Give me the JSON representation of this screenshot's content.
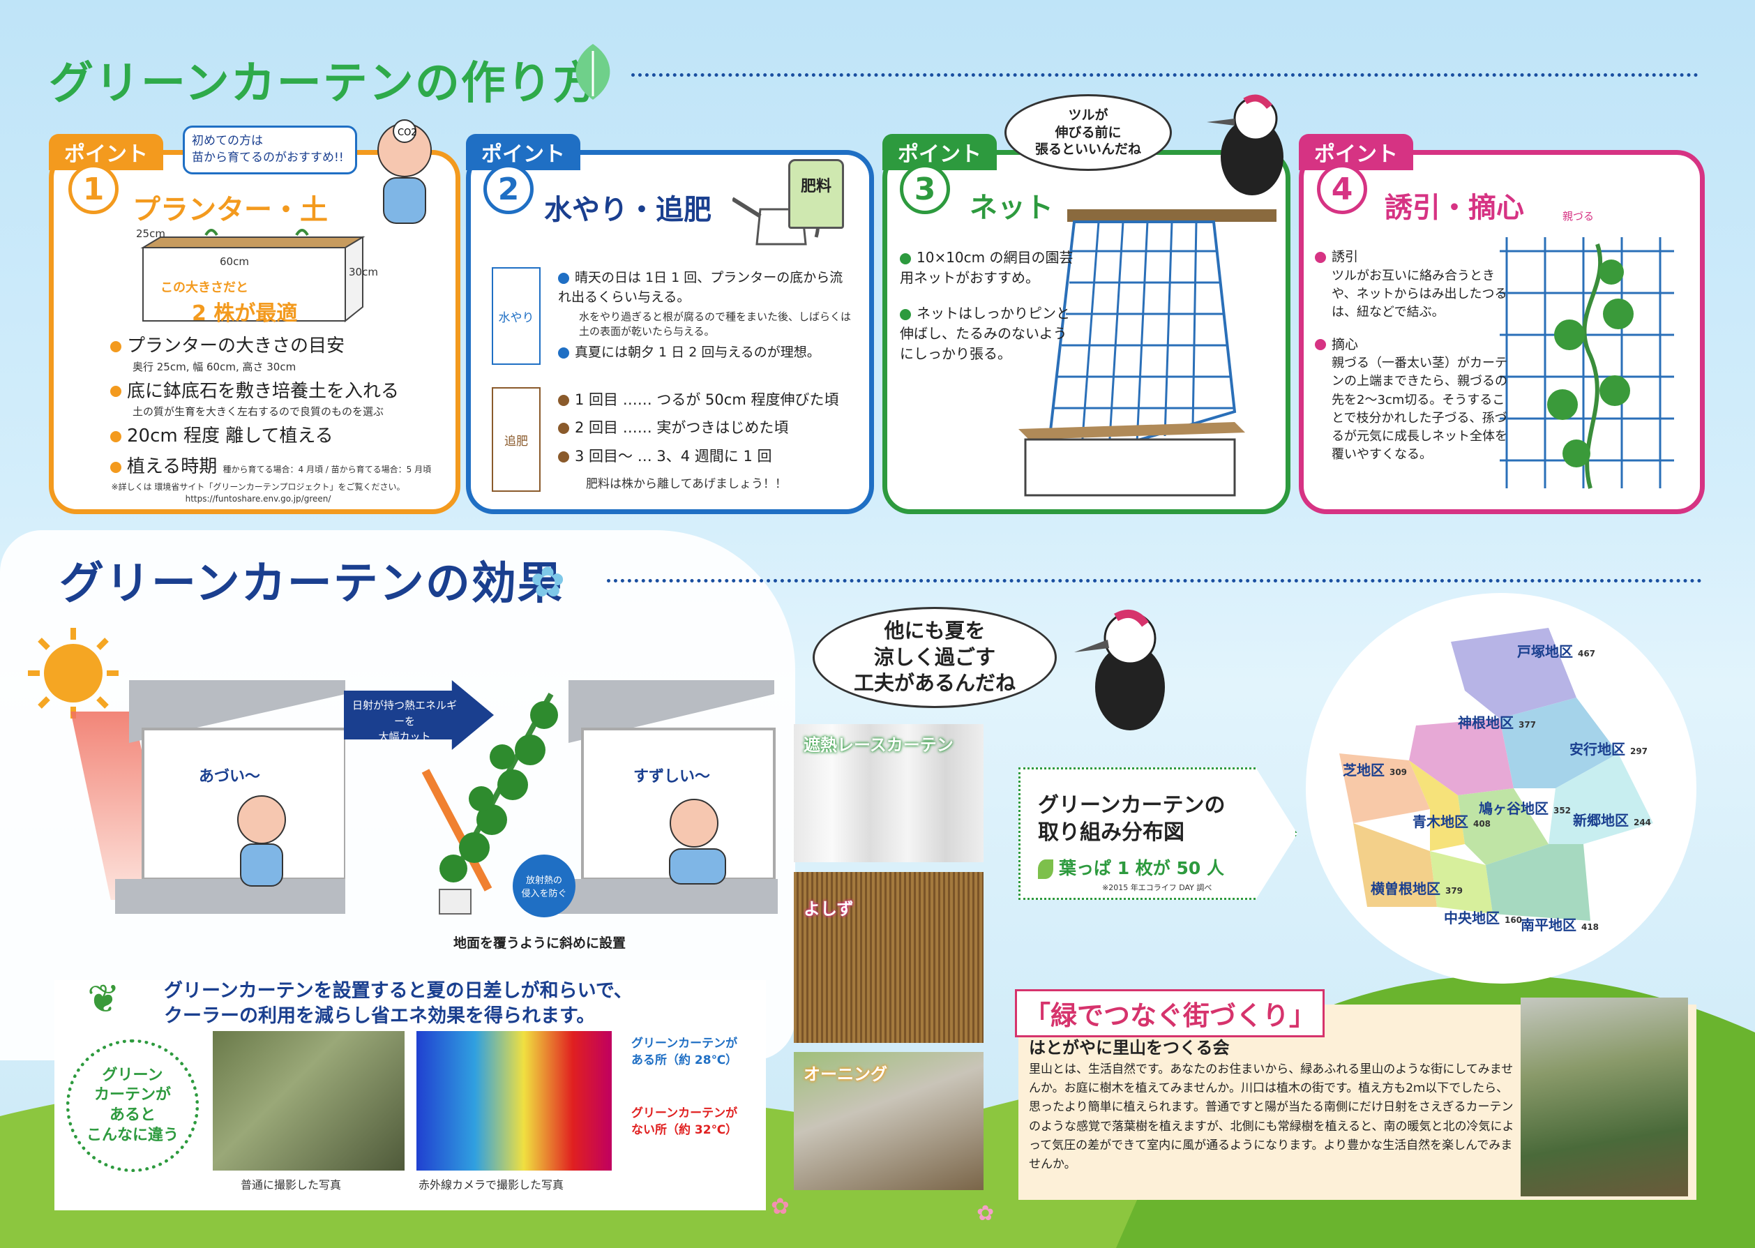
{
  "howto": {
    "title_main": "グリーンカーテン",
    "title_rest": "の作り方",
    "points": [
      {
        "tab": "ポイント",
        "num": "1",
        "title": "プランター・土",
        "tip": [
          "初めての方は",
          "苗から育てるのがおすすめ!!"
        ],
        "dims": [
          "25cm",
          "60cm",
          "30cm"
        ],
        "planter_caption": [
          "この大きさだと",
          "2 株が最適"
        ],
        "items": [
          {
            "text": "プランターの大きさの目安",
            "sub": "奥行 25cm, 幅 60cm, 高さ 30cm"
          },
          {
            "text": "底に鉢底石を敷き培養土を入れる",
            "sub": "土の質が生育を大きく左右するので良質のものを選ぶ"
          },
          {
            "text": "20cm 程度 離して植える",
            "sub": ""
          },
          {
            "text": "植える時期",
            "sub": "種から育てる場合：4 月頃 / 苗から育てる場合：5 月頃"
          }
        ],
        "note": [
          "※詳しくは 環境省サイト「グリーンカーテンプロジェクト」をご覧ください。",
          "https://funtoshare.env.go.jp/green/"
        ]
      },
      {
        "tab": "ポイント",
        "num": "2",
        "title": "水やり・追肥",
        "bag_label": "肥料",
        "water_label": "水やり",
        "water_items": [
          {
            "text": "晴天の日は 1日 1 回、プランターの底から流れ出るくらい与える。",
            "sub": "水をやり過ぎると根が腐るので種をまいた後、しばらくは土の表面が乾いたら与える。"
          },
          {
            "text": "真夏には朝夕 1 日 2 回与えるのが理想。",
            "sub": ""
          }
        ],
        "fert_label": "追肥",
        "fert_items": [
          "1 回目 …… つるが 50cm 程度伸びた頃",
          "2 回目 …… 実がつきはじめた頃",
          "3 回目〜 … 3、4 週間に 1 回"
        ],
        "fert_note": "肥料は株から離してあげましょう！！"
      },
      {
        "tab": "ポイント",
        "num": "3",
        "title": "ネット",
        "bubble": [
          "ツルが",
          "伸びる前に",
          "張るといいんだね"
        ],
        "items": [
          "10×10cm の網目の園芸用ネットがおすすめ。",
          "ネットはしっかりピンと伸ばし、たるみのないようにしっかり張る。"
        ]
      },
      {
        "tab": "ポイント",
        "num": "4",
        "title": "誘引・摘心",
        "vine_label": "親づる",
        "items": [
          {
            "head": "誘引",
            "body": "ツルがお互いに絡み合うときや、ネットからはみ出したつるは、紐などで結ぶ。"
          },
          {
            "head": "摘心",
            "body": "親づる（一番太い茎）がカーテンの上端まできたら、親づるの先を2〜3cm切る。そうすることで枝分かれした子づる、孫づるが元気に成長しネット全体を覆いやすくなる。"
          }
        ]
      }
    ]
  },
  "effect": {
    "title_main": "グリーンカーテン",
    "title_rest": "の効果",
    "hot": "あづい〜",
    "cool": "すずしい〜",
    "arrow_text": [
      "日射が持つ熱エネルギーを",
      "大幅カット"
    ],
    "radiant": [
      "放射熱の",
      "侵入を防ぐ"
    ],
    "setup": "地面を覆うように斜めに設置",
    "bird_bubble": [
      "他にも夏を",
      "涼しく過ごす",
      "工夫があるんだね"
    ],
    "photos": [
      "遮熱レースカーテン",
      "よしず",
      "オーニング"
    ],
    "distribution": {
      "title": [
        "グリーンカーテンの",
        "取り組み分布図"
      ],
      "legend": "葉っぱ 1 枚が 50 人",
      "source": "※2015 年エコライフ DAY 調べ"
    },
    "compare": {
      "headline": [
        "グリーンカーテンを設置すると夏の日差しが和らいで、",
        "クーラーの利用を減らし省エネ効果を得られます。"
      ],
      "circle": [
        "グリーン",
        "カーテンが",
        "あると",
        "こんなに違う"
      ],
      "photo1_caption": "普通に撮影した写真",
      "photo2_caption": "赤外線カメラで撮影した写真",
      "with_label": [
        "グリーンカーテンが",
        "ある所（約 28℃）"
      ],
      "without_label": [
        "グリーンカーテンが",
        "ない所（約 32℃）"
      ]
    }
  },
  "map": {
    "districts": [
      {
        "name": "戸塚地区",
        "count": "467"
      },
      {
        "name": "神根地区",
        "count": "377"
      },
      {
        "name": "安行地区",
        "count": "297"
      },
      {
        "name": "芝地区",
        "count": "309"
      },
      {
        "name": "青木地区",
        "count": "408"
      },
      {
        "name": "鳩ヶ谷地区",
        "count": "352"
      },
      {
        "name": "新郷地区",
        "count": "244"
      },
      {
        "name": "横曽根地区",
        "count": "379"
      },
      {
        "name": "中央地区",
        "count": "160"
      },
      {
        "name": "南平地区",
        "count": "418"
      }
    ]
  },
  "town": {
    "title": "「緑でつなぐ街づくり」",
    "subtitle": "はとがやに里山をつくる会",
    "body": "里山とは、生活自然です。あなたのお住まいから、緑あふれる里山のような街にしてみませんか。お庭に樹木を植えてみませんか。川口は植木の街です。植え方も2ｍ以下でしたら、思ったより簡単に植えられます。普通ですと陽が当たる南側にだけ日射をさえぎるカーテンのような感覚で落葉樹を植えますが、北側にも常緑樹を植えると、南の暖気と北の冷気によって気圧の差ができて室内に風が通るようになります。より豊かな生活自然を楽しんでみませんか。"
  },
  "colors": {
    "p1": "#f39a1e",
    "p2": "#1f6fc4",
    "p3": "#2d9a3e",
    "p4": "#d63383",
    "green_title": "#2eaa4a",
    "navy": "#1a3f8f"
  }
}
